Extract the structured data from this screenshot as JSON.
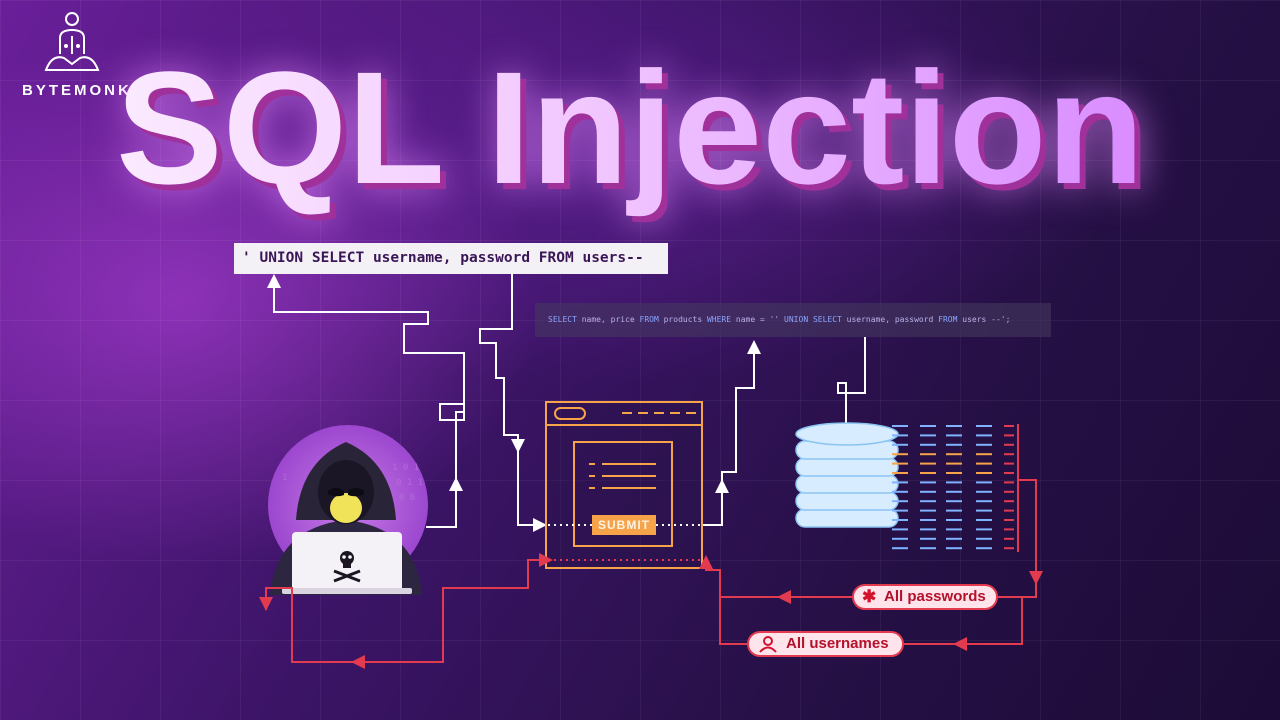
{
  "brand": {
    "name": "BYTEMONK",
    "logo_icon": "meditating-monk-icon"
  },
  "title": "SQL Injection",
  "payload": "' UNION SELECT username, password FROM users--",
  "query": {
    "kw1": "SELECT",
    "t1": " name, price ",
    "kw2": "FROM",
    "t2": " products ",
    "kw3": "WHERE",
    "t3": " name = '' ",
    "kw4": "UNION SELECT",
    "t4": " username, password ",
    "kw5": "FROM",
    "t5": " users --';"
  },
  "form": {
    "submit_label": "SUBMIT"
  },
  "results": {
    "passwords_label": "All passwords",
    "usernames_label": "All usernames",
    "passwords_icon": "asterisk-icon",
    "usernames_icon": "user-icon"
  },
  "colors": {
    "flow_line": "#ffffff",
    "response_line": "#e23a4e",
    "form_accent": "#f7a34a",
    "db": "#cfe9ff",
    "title_shadow": "#a0309a"
  }
}
